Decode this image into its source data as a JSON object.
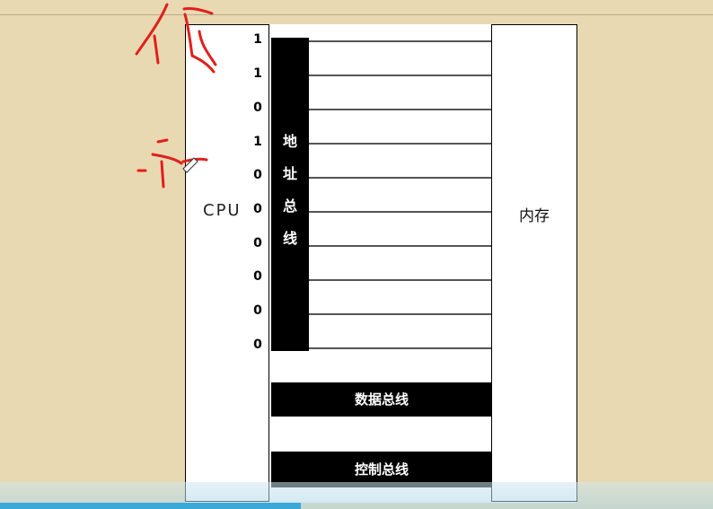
{
  "diagram": {
    "cpu_label": "CPU",
    "memory_label": "内存",
    "address_bus": {
      "chars": [
        "地",
        "址",
        "总",
        "线"
      ],
      "bits": [
        "1",
        "1",
        "0",
        "1",
        "0",
        "0",
        "0",
        "0",
        "0",
        "0"
      ]
    },
    "data_bus_label": "数据总线",
    "control_bus_label": "控制总线"
  },
  "colors": {
    "background": "#e9d9b3",
    "bus": "#000000",
    "annotation": "#e0201b",
    "taskbar": "#3aa9da"
  }
}
